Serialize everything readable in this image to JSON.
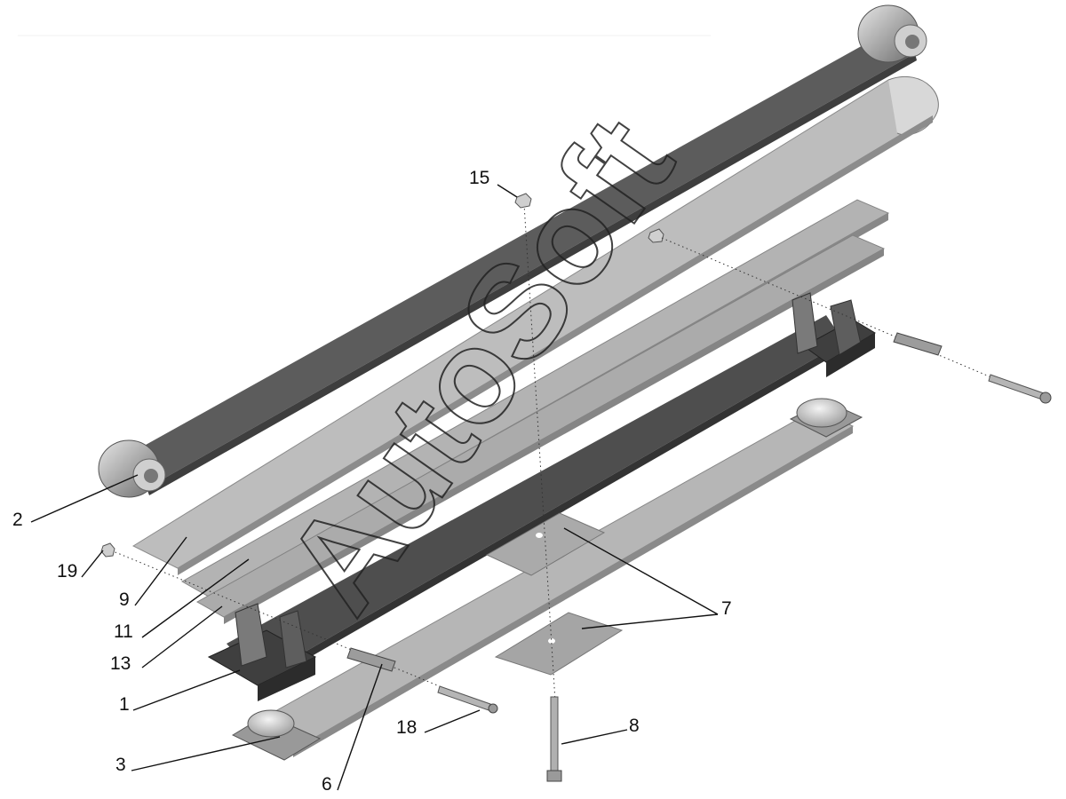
{
  "diagram": {
    "watermark": "AutoSoft",
    "callouts": [
      {
        "id": "c2",
        "text": "2"
      },
      {
        "id": "c9",
        "text": "9"
      },
      {
        "id": "c11",
        "text": "11"
      },
      {
        "id": "c13",
        "text": "13"
      },
      {
        "id": "c1",
        "text": "1"
      },
      {
        "id": "c3",
        "text": "3"
      },
      {
        "id": "c6",
        "text": "6"
      },
      {
        "id": "c18",
        "text": "18"
      },
      {
        "id": "c8",
        "text": "8"
      },
      {
        "id": "c7",
        "text": "7"
      },
      {
        "id": "c15",
        "text": "15"
      },
      {
        "id": "c19",
        "text": "19"
      }
    ],
    "colors": {
      "leaf_dark": "#5a5a5a",
      "leaf_light": "#b9b9b9",
      "leaf_mid": "#8f8f8f",
      "line": "#111111"
    }
  }
}
